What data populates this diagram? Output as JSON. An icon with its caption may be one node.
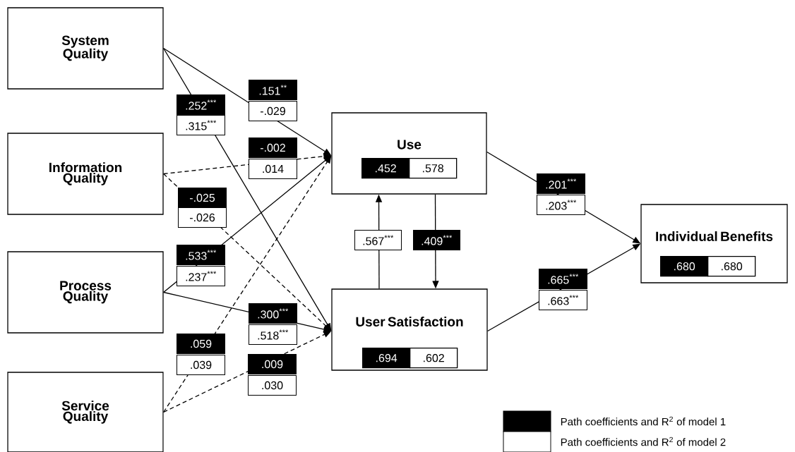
{
  "diagram": {
    "nodes": [
      {
        "text": [
          "System Quality"
        ]
      },
      {
        "text": [
          "Information Quality"
        ]
      },
      {
        "text": [
          "Process Quality"
        ]
      },
      {
        "text": [
          "Service Quality"
        ]
      },
      {
        "text": [
          "Use",
          ".452",
          ".578"
        ]
      },
      {
        "text": [
          "User Satisfaction",
          ".694",
          ".602"
        ]
      },
      {
        "text": [
          "Individual Benefits",
          ".680",
          ".680"
        ]
      }
    ],
    "edges": [
      {
        "from": 0,
        "to": 4,
        "arrow": "to"
      },
      {
        "from": 0,
        "to": 5,
        "arrow": "to"
      },
      {
        "from": 1,
        "to": 4,
        "arrow": "to",
        "style": "dashed"
      },
      {
        "from": 1,
        "to": 5,
        "arrow": "to",
        "style": "dashed"
      },
      {
        "from": 2,
        "to": 4,
        "arrow": "to"
      },
      {
        "from": 2,
        "to": 5,
        "arrow": "to"
      },
      {
        "from": 3,
        "to": 4,
        "arrow": "to",
        "style": "dashed"
      },
      {
        "from": 3,
        "to": 5,
        "arrow": "to",
        "style": "dashed"
      },
      {
        "from": 5,
        "to": 4,
        "arrow": "to"
      },
      {
        "from": 4,
        "to": 5,
        "arrow": "to"
      },
      {
        "from": 4,
        "to": 6,
        "arrow": "to"
      },
      {
        "from": 5,
        "to": 6,
        "arrow": "to"
      }
    ],
    "labels": [
      ".151$^{**}$",
      "-.029",
      ".252$^{***}$",
      ".315$^{***}$",
      "-.002",
      ".014",
      ".201$^{***}$",
      ".203$^{***}$",
      "-.025",
      "-.026",
      ".567$^{***}$",
      ".409$^{***}$",
      ".533$^{***}$",
      ".237$^{***}$",
      ".665$^{***}$",
      ".663$^{***}$",
      ".300$^{***}$",
      ".518$^{***}$",
      ".059",
      ".039",
      ".009",
      ".030"
    ],
    "legend": [
      {
        "text": "Path coefficients and R$^{2}$ of model 1",
        "color": "#000000"
      },
      {
        "text": "Path coefficients and R$^{2}$ of model 2",
        "color": "#ffffff"
      }
    ]
  }
}
